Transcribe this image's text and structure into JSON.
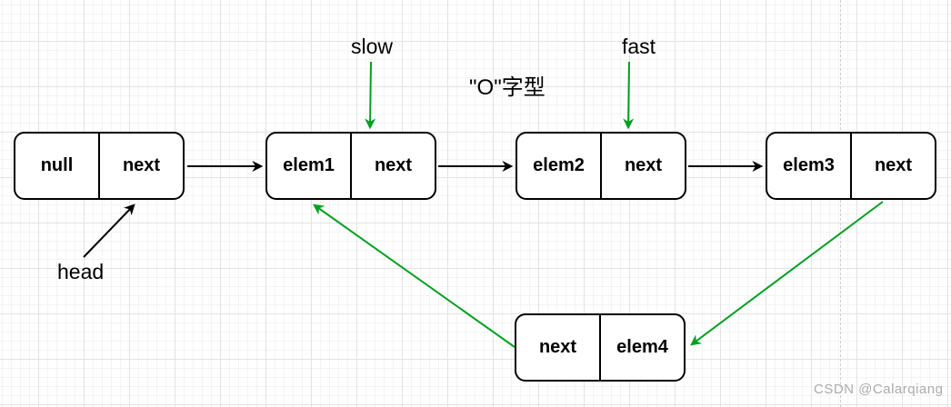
{
  "diagram": {
    "title_label": "\"O\"字型",
    "pointer_labels": {
      "slow": "slow",
      "fast": "fast",
      "head": "head"
    },
    "nodes": [
      {
        "name": "head-node",
        "cells": [
          "null",
          "next"
        ]
      },
      {
        "name": "elem1-node",
        "cells": [
          "elem1",
          "next"
        ]
      },
      {
        "name": "elem2-node",
        "cells": [
          "elem2",
          "next"
        ]
      },
      {
        "name": "elem3-node",
        "cells": [
          "elem3",
          "next"
        ]
      },
      {
        "name": "elem4-node",
        "cells": [
          "next",
          "elem4"
        ]
      }
    ],
    "colors": {
      "link_arrow": "#000000",
      "pointer_arrow": "#00a020",
      "node_border": "#000000",
      "node_fill": "#ffffff",
      "grid_minor": "#f4f4f4",
      "grid_major": "#e3e3e3"
    }
  },
  "watermark": {
    "text": "CSDN @Calarqiang",
    "color": "#ababab"
  }
}
